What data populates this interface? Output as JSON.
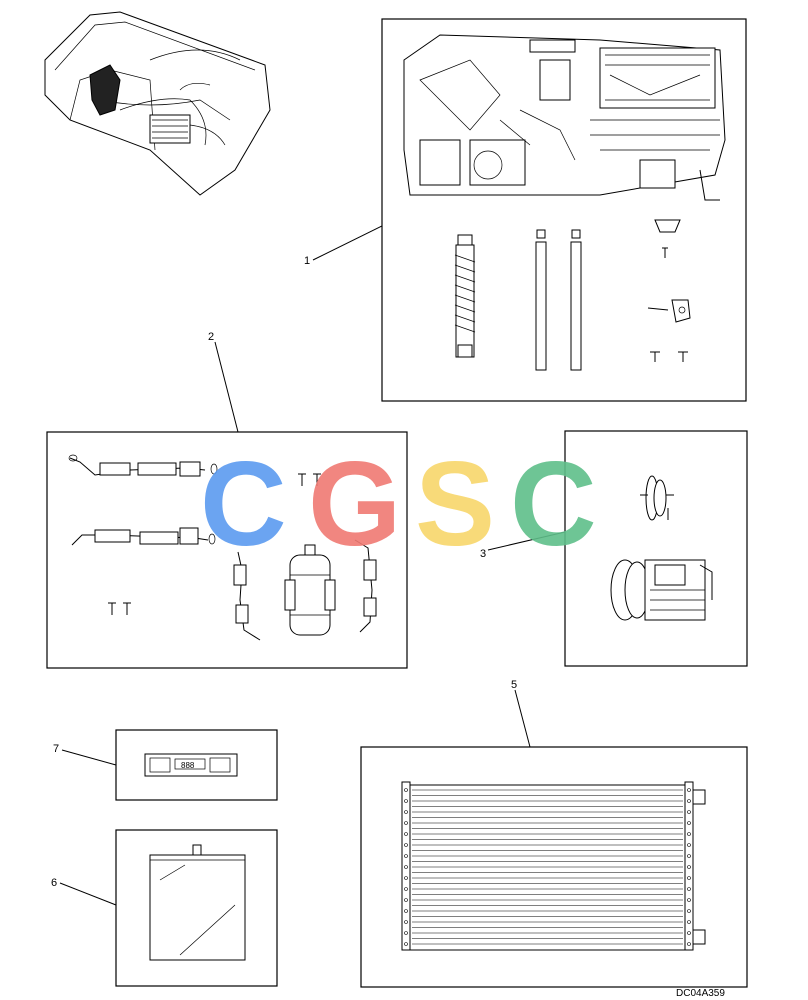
{
  "diagram": {
    "callouts": [
      {
        "id": 1,
        "label": "1"
      },
      {
        "id": 2,
        "label": "2"
      },
      {
        "id": 3,
        "label": "3"
      },
      {
        "id": 5,
        "label": "5"
      },
      {
        "id": 6,
        "label": "6"
      },
      {
        "id": 7,
        "label": "7"
      }
    ],
    "drawing_code": "DC04A359",
    "control_panel_display": "888"
  },
  "watermark": {
    "letters": [
      "C",
      "G",
      "S",
      "C"
    ],
    "colors": [
      "#5b9bf0",
      "#f07a73",
      "#f8d76b",
      "#5fbf8a"
    ]
  }
}
